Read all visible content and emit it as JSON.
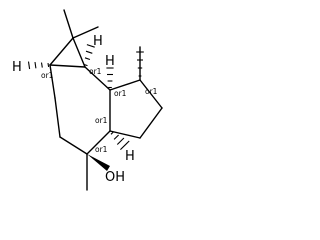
{
  "molecule": {
    "stereo_label": "or1",
    "hydrogen": "H",
    "hydroxyl": "OH"
  }
}
